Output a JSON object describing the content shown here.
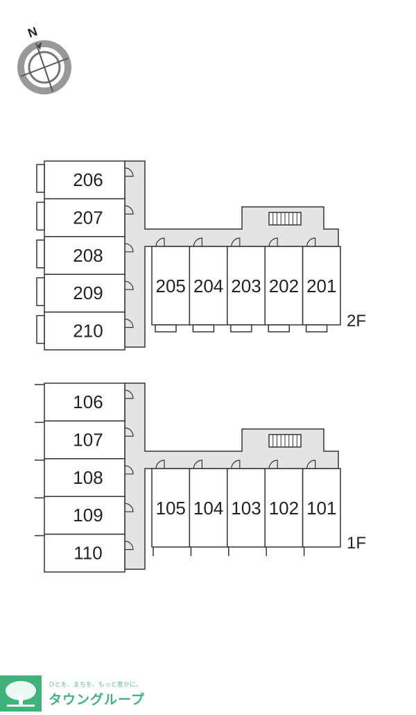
{
  "compass": {
    "north_label": "N",
    "icon": "compass-icon"
  },
  "floors": [
    {
      "label": "2F",
      "left_rooms": [
        "206",
        "207",
        "208",
        "209",
        "210"
      ],
      "right_rooms": [
        "205",
        "204",
        "203",
        "202",
        "201"
      ]
    },
    {
      "label": "1F",
      "left_rooms": [
        "106",
        "107",
        "108",
        "109",
        "110"
      ],
      "right_rooms": [
        "105",
        "104",
        "103",
        "102",
        "101"
      ]
    }
  ],
  "logo": {
    "tagline": "ひとを、まちを、もっと豊かに。",
    "name": "タウングループ",
    "icon": "tree-icon",
    "brand_color": "#3fb37a"
  },
  "colors": {
    "corridor": "#e4e4e4",
    "lines": "#333333"
  }
}
